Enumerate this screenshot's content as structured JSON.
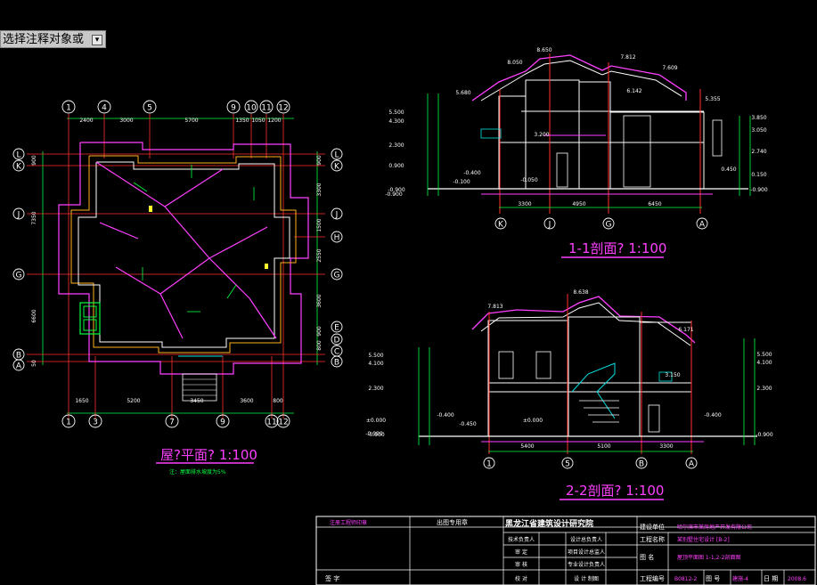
{
  "prompt": {
    "text": "选择注释对象或",
    "dropdown_glyph": "▾"
  },
  "titles": {
    "roof_plan": "屋?平面? 1:100",
    "roof_note": "注：屋面排水坡度为5%",
    "section_11": "1-1剖面? 1:100",
    "section_22": "2-2剖面? 1:100"
  },
  "plan": {
    "grid_top": [
      "1",
      "4",
      "5",
      "9",
      "10",
      "11",
      "12"
    ],
    "grid_bottom": [
      "1",
      "3",
      "7",
      "9",
      "11",
      "12"
    ],
    "grid_left": [
      "L",
      "K",
      "J",
      "G",
      "B",
      "A"
    ],
    "grid_right": [
      "L",
      "K",
      "J",
      "H",
      "G",
      "E",
      "D",
      "C",
      "B"
    ],
    "dims_top": [
      "2400",
      "3000",
      "5700",
      "1350",
      "1050",
      "1200"
    ],
    "dims_bottom": [
      "1650",
      "5200",
      "3450",
      "3600",
      "800"
    ],
    "dims_left": [
      "900",
      "7350",
      "6600",
      "50"
    ],
    "dims_right": [
      "900",
      "3300",
      "1500",
      "2550",
      "3600",
      "900",
      "800"
    ]
  },
  "section11": {
    "grid": [
      "K",
      "J",
      "G",
      "A"
    ],
    "dims": [
      "3300",
      "4950",
      "6450"
    ],
    "levels": [
      "8.650",
      "8.050",
      "7.812",
      "7.609",
      "6.142",
      "5.680",
      "5.355",
      "3.200",
      "-0.050",
      "-0.400",
      "-0.100",
      "-0.900"
    ],
    "left_levels": [
      "5.500",
      "4.300",
      "2.300",
      "0.900",
      "-0.900"
    ],
    "right_levels": [
      "3.850",
      "3.050",
      "2.740",
      "0.450",
      "0.150",
      "-0.900"
    ]
  },
  "section22": {
    "grid": [
      "1",
      "5",
      "B",
      "A"
    ],
    "dims": [
      "5400",
      "5100",
      "3300"
    ],
    "levels": [
      "8.638",
      "7.813",
      "6.171",
      "3.150",
      "-0.400",
      "-0.450",
      "±0.000",
      "-0.900"
    ],
    "left_levels": [
      "5.500",
      "4.100",
      "2.300",
      "±0.000",
      "-0.900"
    ],
    "right_levels": [
      "5.500",
      "4.100",
      "2.300",
      "-0.400",
      "-0.900"
    ]
  },
  "titleblock": {
    "institute": "黑龙江省建筑设计研究院",
    "client_label": "建设单位",
    "client_value": "哈尔滨市某房地产开发有限公司",
    "project_label": "工程名称",
    "project_value": "某别墅住宅设计 [B-2]",
    "drawing_label": "图    名",
    "drawing_value": "屋顶平面图  1-1,2-2剖面图",
    "number_label": "工程编号",
    "number_value": "B0812-2",
    "sheet_label": "图  号",
    "sheet_value": "建施-4",
    "date_label": "日  期",
    "date_value": "2008.6",
    "reg_stamp": "注册工程师印章",
    "seal_label": "出图专用章",
    "roles": [
      "技术负责人",
      "设计总负责人",
      "审    定",
      "项目设计总监人",
      "审    核",
      "专业设计负责人",
      "校    对",
      "设 计 制图"
    ],
    "sign_label": "签 字"
  },
  "colors": {
    "bg": "#000000",
    "axis": "#ff3030",
    "magenta": "#ff40ff",
    "wall": "#ffffff",
    "dim": "#00ff40",
    "yellow": "#ffff30",
    "cyan": "#00e0e0"
  }
}
